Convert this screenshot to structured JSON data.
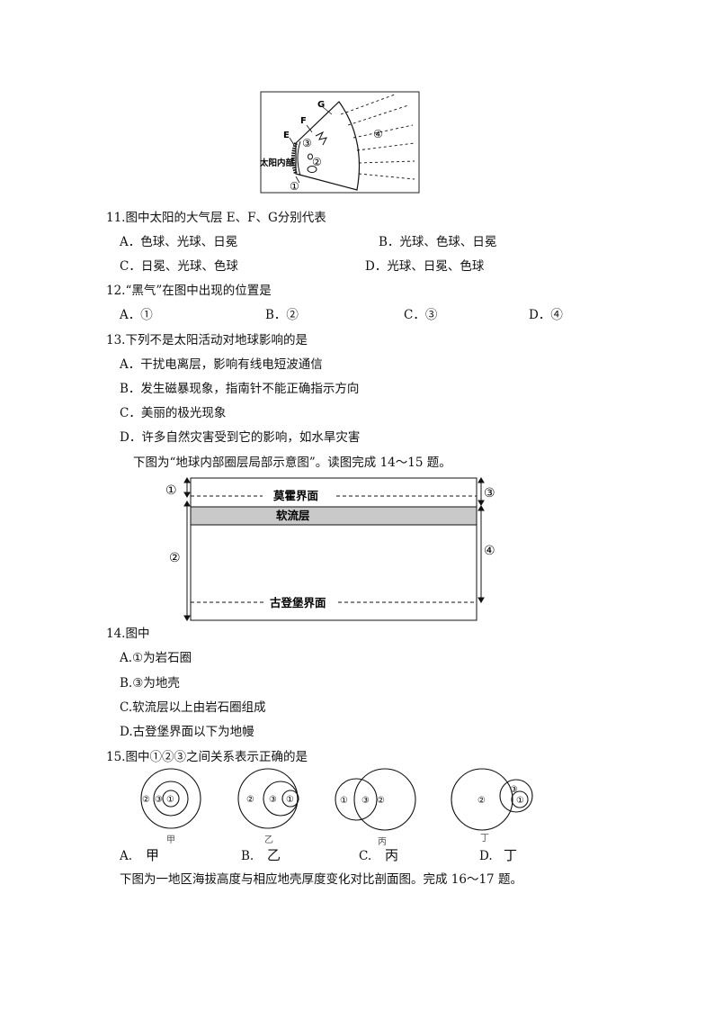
{
  "sun_figure": {
    "label_g": "G",
    "label_f": "F",
    "label_e": "E",
    "label_interior": "太阳内部",
    "mark_1": "①",
    "mark_2": "②",
    "mark_3": "③",
    "mark_4": "④"
  },
  "q11": {
    "stem": "11.图中太阳的大气层 E、F、G分别代表",
    "a": "A．色球、光球、日冕",
    "b": "B．光球、色球、日冕",
    "c": "C．日冕、光球、色球",
    "d": "D．光球、日冕、色球"
  },
  "q12": {
    "stem": "12.“黑气”在图中出现的位置是",
    "a": "A．①",
    "b": "B．②",
    "c": "C．③",
    "d": "D．④"
  },
  "q13": {
    "stem": "13.下列不是太阳活动对地球影响的是",
    "a": "A．干扰电离层，影响有线电短波通信",
    "b": "B．发生磁暴现象，指南针不能正确指示方向",
    "c": "C．美丽的极光现象",
    "d": "D．许多自然灾害受到它的影响，如水旱灾害"
  },
  "intro_14_15": "下图为“地球内部圈层局部示意图”。读图完成 14～15 题。",
  "layer_figure": {
    "moho": "莫霍界面",
    "asthenosphere": "软流层",
    "gutenberg": "古登堡界面",
    "mark_1": "①",
    "mark_2": "②",
    "mark_3": "③",
    "mark_4": "④"
  },
  "q14": {
    "stem": "14.图中",
    "a": "A.①为岩石圈",
    "b": "B.③为地壳",
    "c": "C.软流层以上由岩石圈组成",
    "d": "D.古登堡界面以下为地幔"
  },
  "q15": {
    "stem": "15.图中①②③之间关系表示正确的是",
    "circles_jia": {
      "outer": "②",
      "middle": "③",
      "inner": "①",
      "caption": "甲"
    },
    "circles_yi": {
      "outer": "②",
      "middle": "③",
      "inner": "①",
      "caption": "乙"
    },
    "circles_bing": {
      "left": "①",
      "middle": "③",
      "right": "②",
      "caption": "丙"
    },
    "circles_ding": {
      "outer": "②",
      "middle": "③",
      "inner": "①",
      "caption": "丁"
    },
    "a_letter": "A.",
    "a_text": "甲",
    "b_letter": "B.",
    "b_text": "乙",
    "c_letter": "C.",
    "c_text": "丙",
    "d_letter": "D.",
    "d_text": "丁"
  },
  "intro_16_17": "下图为一地区海拔高度与相应地壳厚度变化对比剖面图。完成 16～17 题。"
}
